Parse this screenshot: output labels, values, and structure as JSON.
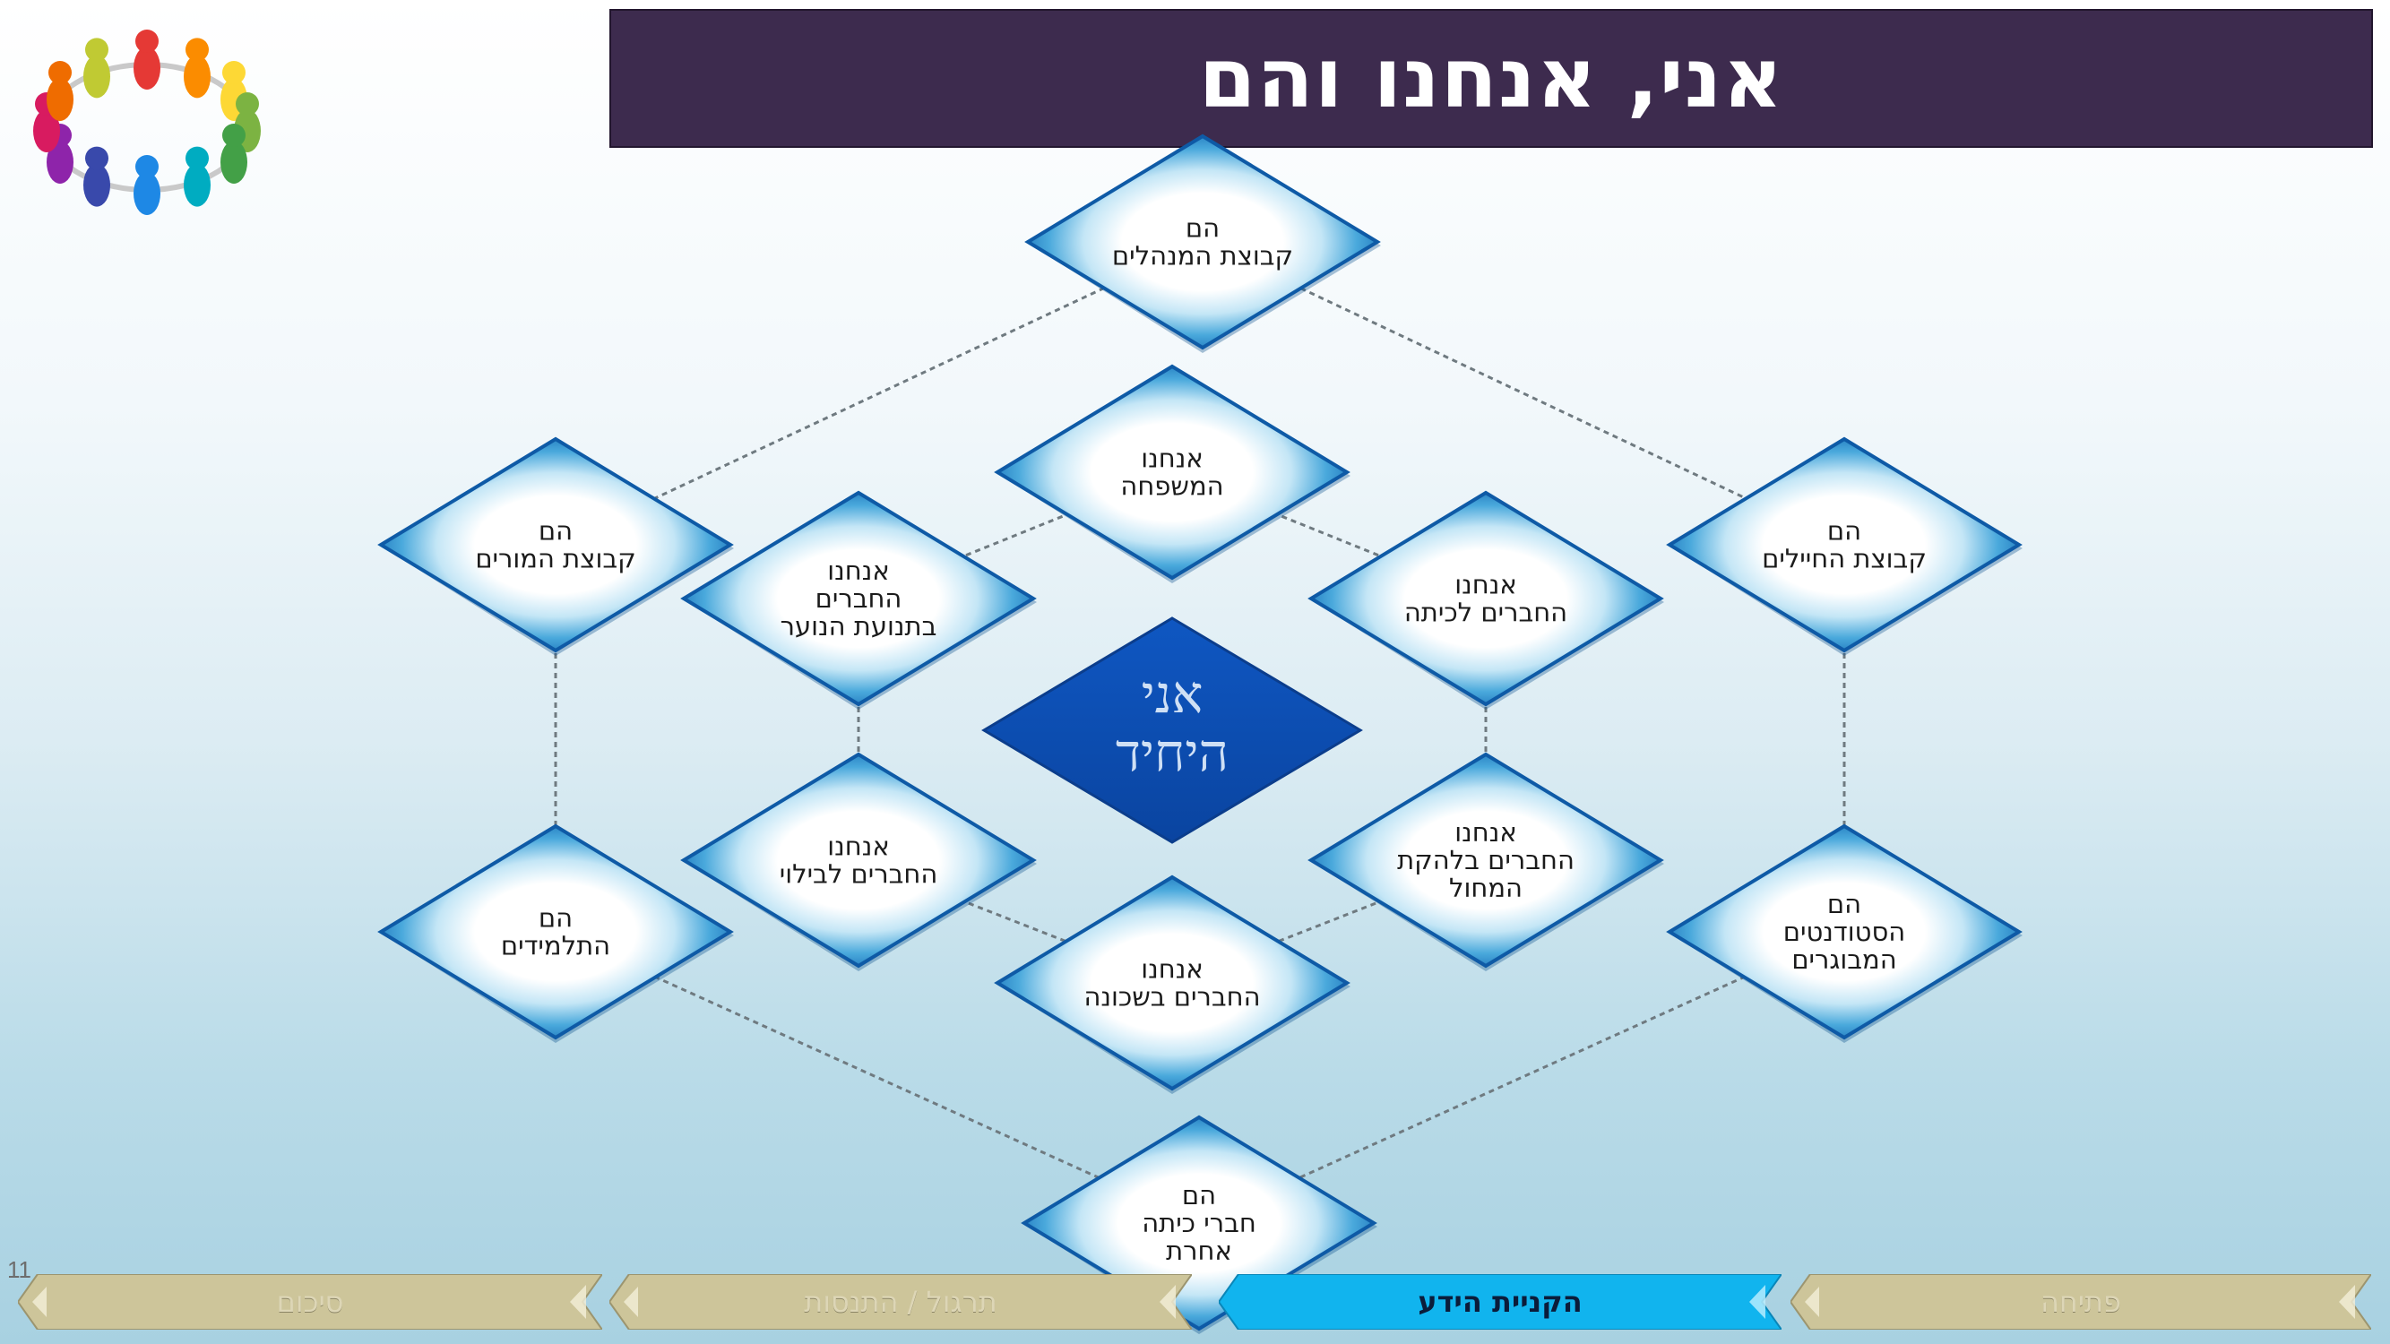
{
  "slide": {
    "title": "אני, אנחנו והם",
    "number": "11"
  },
  "colors": {
    "title_bg": "#3d2b4e",
    "diamond_blue": "#1a7fc8",
    "center_diamond": "#0d4fb0",
    "nav_tab": "#cdc59a",
    "nav_active": "#11b4ee"
  },
  "diagram": {
    "center": [
      "אני",
      "היחיד"
    ],
    "nodes": [
      {
        "id": "managers",
        "lines": [
          "הם",
          "קבוצת המנהלים"
        ]
      },
      {
        "id": "family",
        "lines": [
          "אנחנו",
          "המשפחה"
        ]
      },
      {
        "id": "teachers",
        "lines": [
          "הם",
          "קבוצת המורים"
        ]
      },
      {
        "id": "soldiers",
        "lines": [
          "הם",
          "קבוצת החיילים"
        ]
      },
      {
        "id": "youth-movement",
        "lines": [
          "אנחנו",
          "החברים",
          "בתנועת הנוער"
        ]
      },
      {
        "id": "classmates",
        "lines": [
          "אנחנו",
          "החברים לכיתה"
        ]
      },
      {
        "id": "fun-friends",
        "lines": [
          "אנחנו",
          "החברים לבילוי"
        ]
      },
      {
        "id": "dance-troupe",
        "lines": [
          "אנחנו",
          "החברים בלהקת",
          "המחול"
        ]
      },
      {
        "id": "pupils",
        "lines": [
          "הם",
          "התלמידים"
        ]
      },
      {
        "id": "students",
        "lines": [
          "הם",
          "הסטודנטים",
          "המבוגרים"
        ]
      },
      {
        "id": "neighborhood",
        "lines": [
          "אנחנו",
          "החברים בשכונה"
        ]
      },
      {
        "id": "other-class",
        "lines": [
          "הם",
          "חברי כיתה",
          "אחרת"
        ]
      }
    ]
  },
  "nav": {
    "tabs": [
      {
        "label": "פתיחה",
        "active": false
      },
      {
        "label": "הקניית הידע",
        "active": true
      },
      {
        "label": "תרגול / התנסות",
        "active": false
      },
      {
        "label": "סיכום",
        "active": false
      }
    ]
  },
  "icons": {
    "logo": "people-circle-icon"
  }
}
